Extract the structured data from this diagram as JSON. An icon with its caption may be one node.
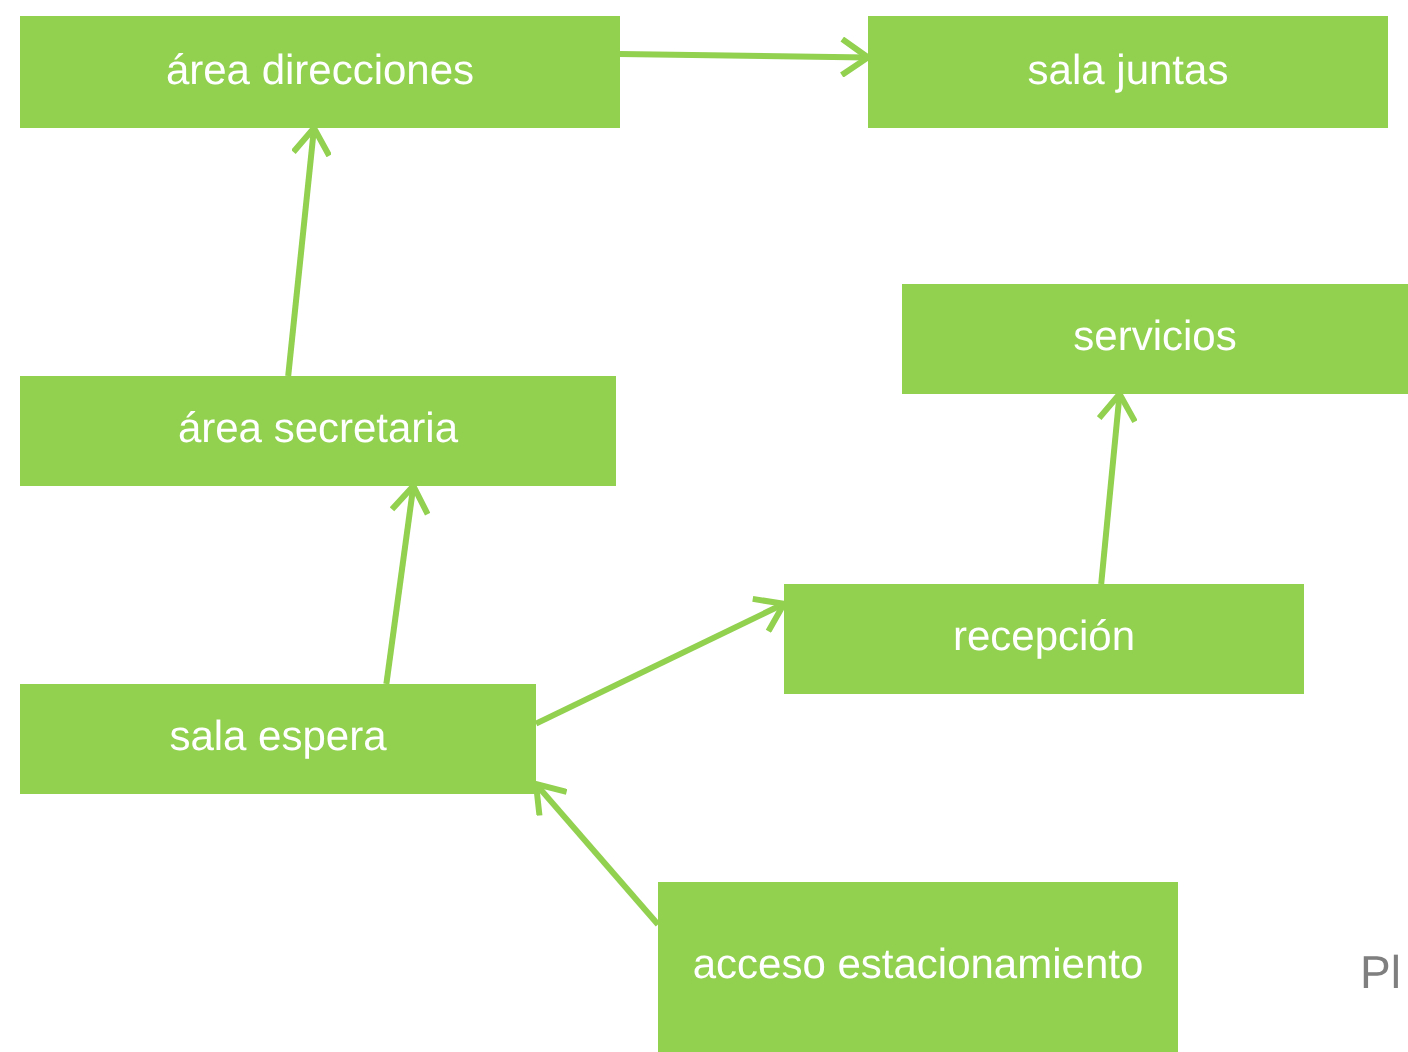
{
  "diagram": {
    "nodes": [
      {
        "text": [
          "área direcciones"
        ]
      },
      {
        "text": [
          "sala juntas"
        ]
      },
      {
        "text": [
          "servicios"
        ]
      },
      {
        "text": [
          "área secretaria"
        ]
      },
      {
        "text": [
          "recepción"
        ]
      },
      {
        "text": [
          "sala espera"
        ]
      },
      {
        "text": [
          "acceso estacionamiento"
        ]
      }
    ],
    "edges": [
      {
        "from": 0,
        "to": 1,
        "arrow": "to"
      },
      {
        "from": 3,
        "to": 0,
        "arrow": "to"
      },
      {
        "from": 5,
        "to": 3,
        "arrow": "to"
      },
      {
        "from": 5,
        "to": 4,
        "arrow": "to"
      },
      {
        "from": 4,
        "to": 2,
        "arrow": "to"
      },
      {
        "from": 6,
        "to": 5,
        "arrow": "to"
      }
    ],
    "labels": [
      "Pl"
    ]
  }
}
